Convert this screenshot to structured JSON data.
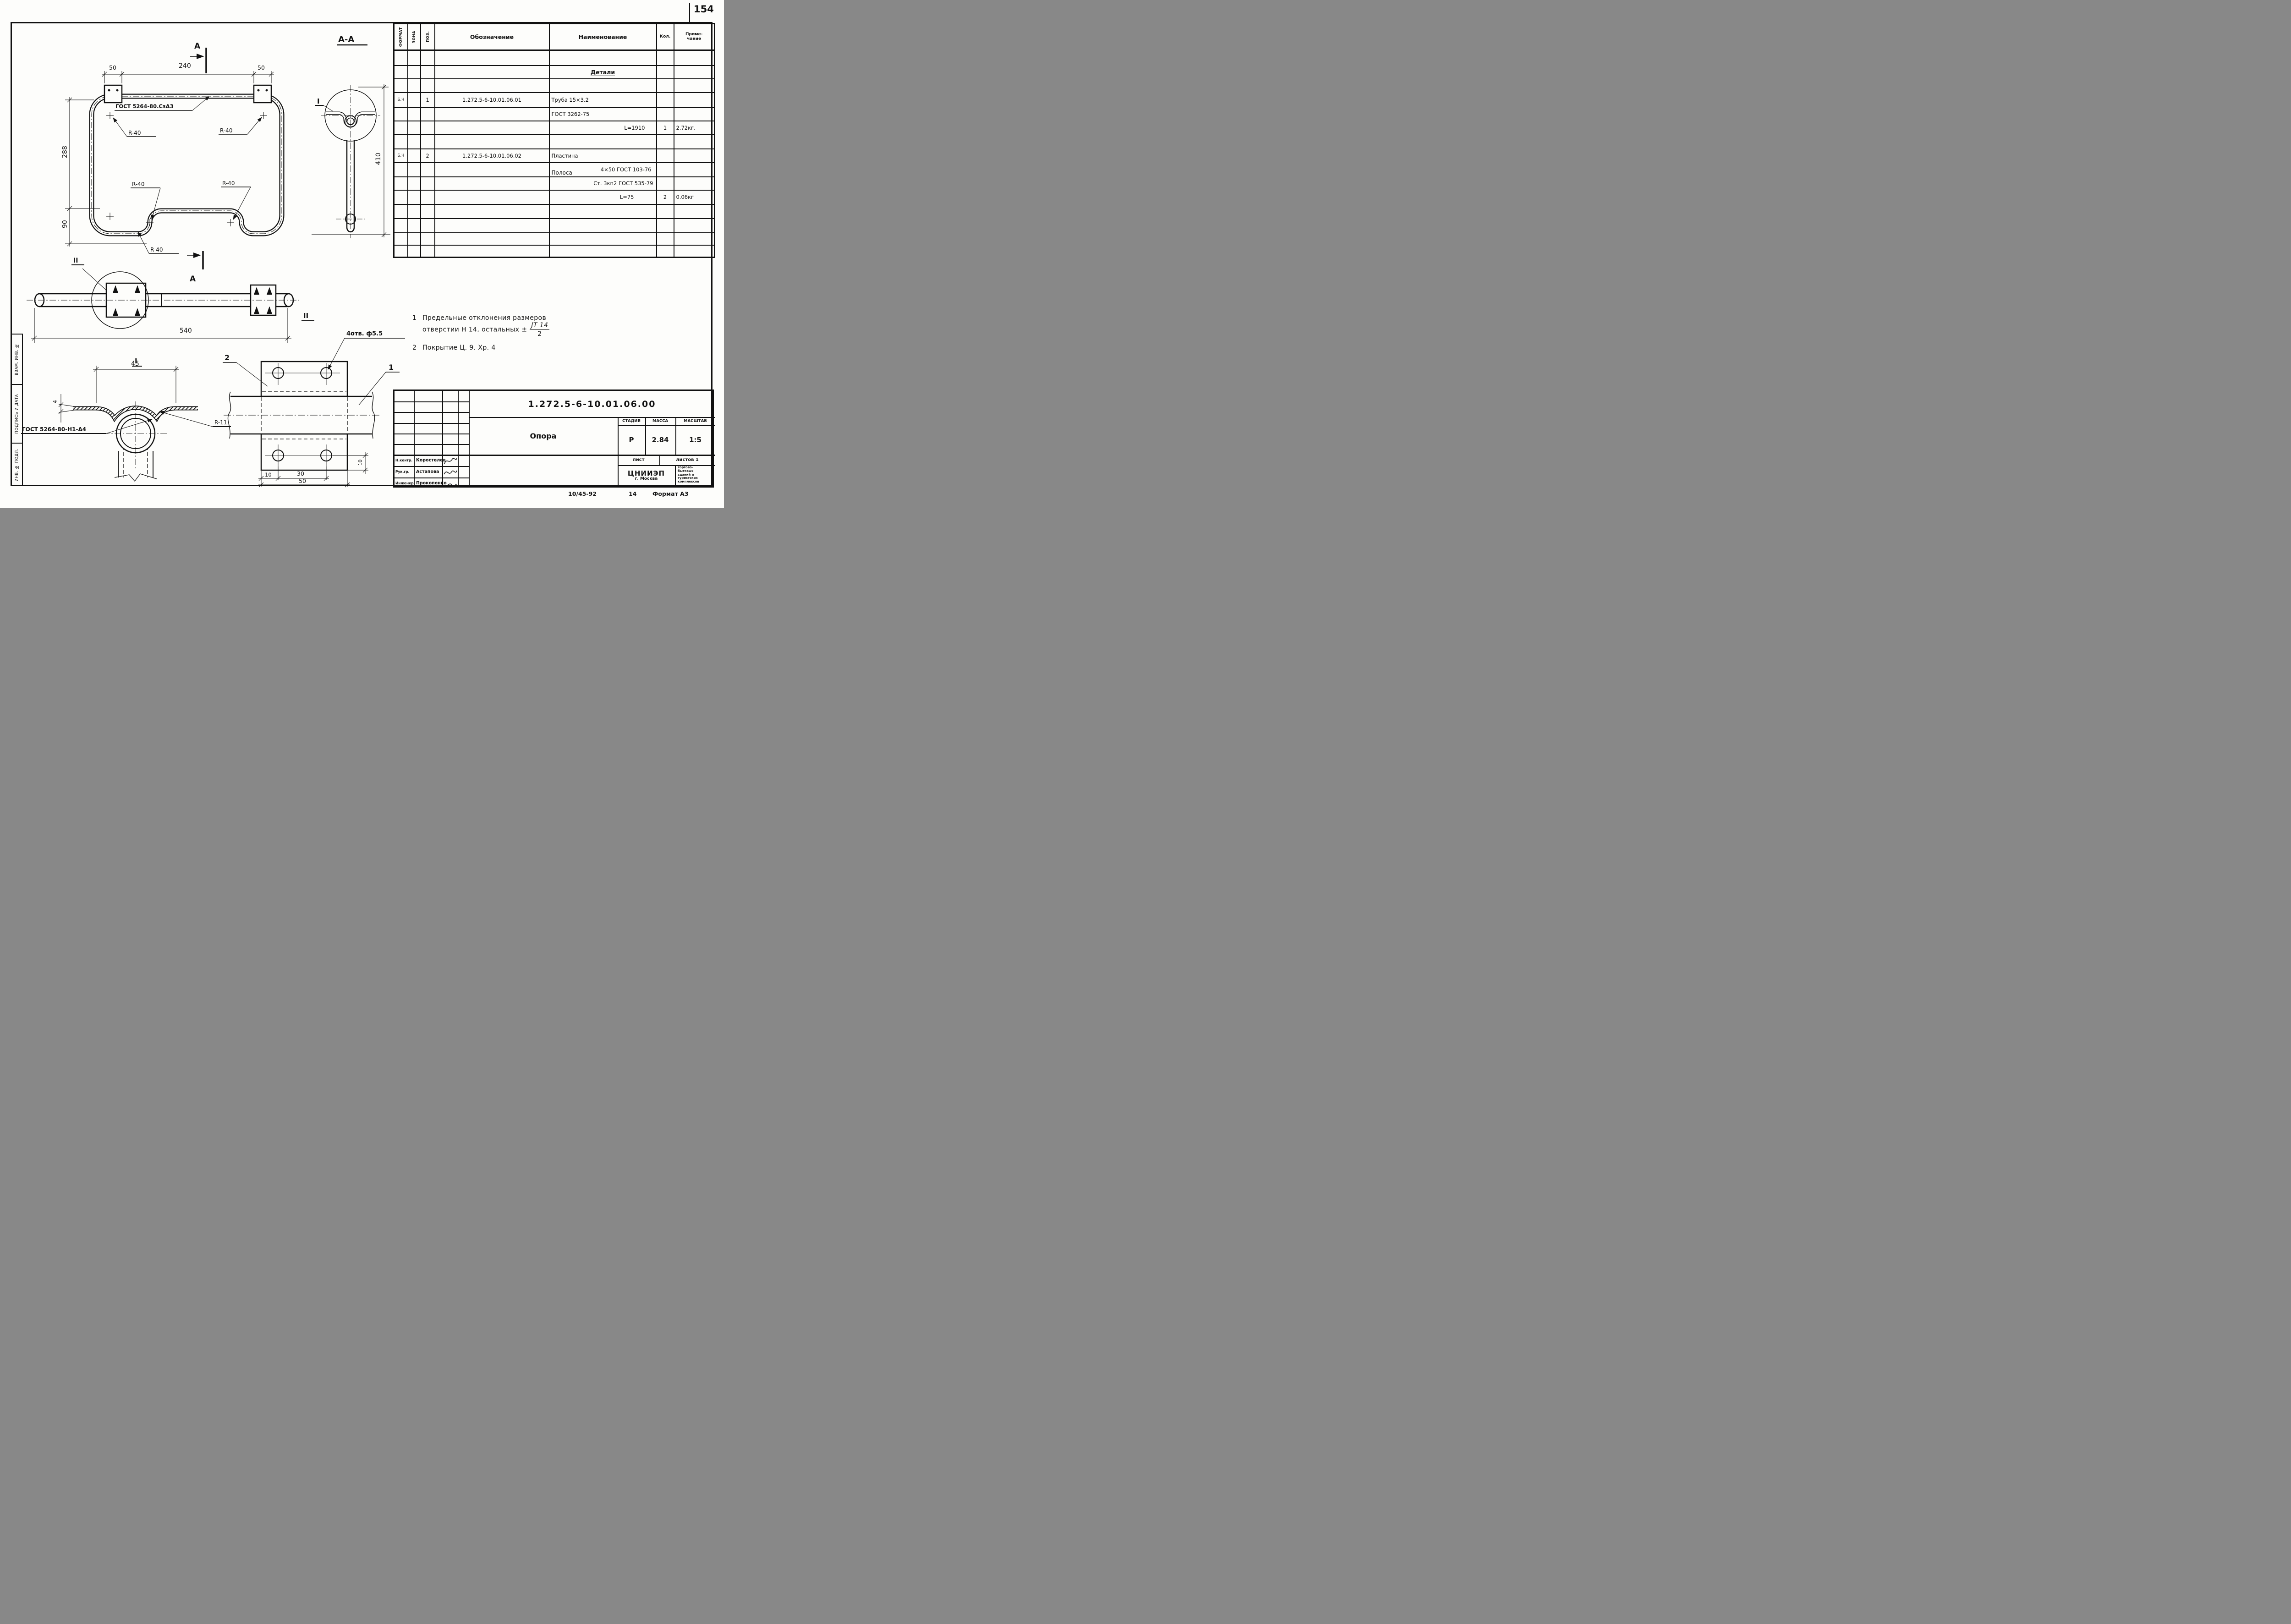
{
  "colors": {
    "ink": "#111111",
    "paper": "#fdfdfb"
  },
  "page": {
    "number": "154",
    "footer_code": "10/45-92",
    "footer_sheet": "14",
    "footer_format": "Формат А3"
  },
  "sidebar": {
    "vzam": "ВЗАМ. ИНВ. №",
    "podpis": "ПОДПИСЬ И ДАТА",
    "inv": "ИНВ. № ПОДЛ."
  },
  "views": {
    "frame": {
      "sec": "А",
      "d50l": "50",
      "d240": "240",
      "d50r": "50",
      "d288": "288",
      "d90": "90",
      "weld": "ГОСТ 5264-80.СзΔ3",
      "r40": "R-40",
      "det": "II"
    },
    "aa": {
      "title": "А-А",
      "det": "I",
      "d410": "410"
    },
    "side": {
      "d540": "540",
      "l1": "I",
      "l2": "II",
      "sec": "А"
    },
    "clamp": {
      "d45": "45",
      "d4": "4",
      "weld": "ГОСТ 5264-80-Н1-Δ4",
      "r11": "R-11"
    },
    "plate": {
      "holes": "4отв. ф5.5",
      "b1": "1",
      "b2": "2",
      "d10a": "10",
      "d30": "30",
      "d50": "50",
      "d10b": "10"
    }
  },
  "notes": {
    "n1": "1",
    "l1": "Предельные  отклонения  размеров",
    "l2": "отверстии  Н 14,  остальных  ±",
    "fr_num": "JT 14",
    "fr_den": "2",
    "n2": "2",
    "l3": "Покрытие  Ц. 9.  Хр. 4"
  },
  "spec": {
    "h_format": "ФОРМАТ",
    "h_zona": "ЗОНА",
    "h_poz": "ПОЗ.",
    "h_oboz": "Обозначение",
    "h_naim": "Наименование",
    "h_kol": "Кол.",
    "h_prim1": "Приме-",
    "h_prim2": "чание",
    "section": "Детали",
    "r1_format": "Б.Ч",
    "r1_poz": "1",
    "r1_oboz": "1.272.5-6-10.01.06.01",
    "r1_name": "Труба  15×3.2",
    "r2_name": "ГОСТ 3262-75",
    "r3_name": "L=1910",
    "r3_kol": "1",
    "r3_prim": "2.72кг.",
    "r4_format": "Б.Ч",
    "r4_poz": "2",
    "r4_oboz": "1.272.5-6-10.01.06.02",
    "r4_name": "Пластина",
    "r5_prefix": "Полоса",
    "r5_num": "4×50 ГОСТ 103-76",
    "r5_den": "Ст. 3кп2 ГОСТ 535-79",
    "r6_name": "L=75",
    "r6_kol": "2",
    "r6_prim": "0.06кг"
  },
  "title_block": {
    "doc_number": "1.272.5-6-10.01.06.00",
    "name": "Опора",
    "h_stage": "СТАДИЯ",
    "h_mass": "МАССА",
    "h_scale": "МАСШТАБ",
    "stage": "Р",
    "mass": "2.84",
    "scale": "1:5",
    "h_sheet": "лист",
    "h_sheets": "листов 1",
    "s1_role": "Н.контр.",
    "s1_name": "Коростелев",
    "s2_role": "Рук.гр.",
    "s2_name": "Астапова",
    "s3_role": "Инженер",
    "s3_name": "Прокопенко",
    "org": "ЦНИИЭП",
    "org_city": "г. Москва",
    "org_desc": "торгово-\nбытовых\nзданий и\nтуристских\nкомплексов"
  }
}
